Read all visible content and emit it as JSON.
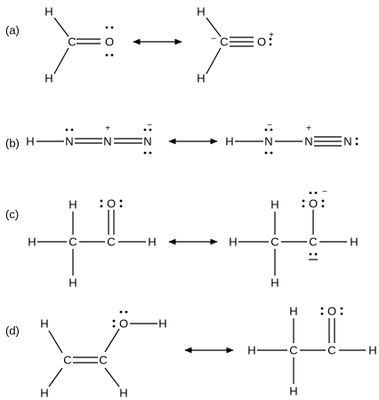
{
  "panels": [
    {
      "label": "(a)",
      "left": {
        "atoms": [
          {
            "id": "H1",
            "sym": "H"
          },
          {
            "id": "H2",
            "sym": "H"
          },
          {
            "id": "C",
            "sym": "C"
          },
          {
            "id": "O",
            "sym": "O"
          }
        ],
        "charges": []
      },
      "right": {
        "atoms": [
          {
            "id": "H1",
            "sym": "H"
          },
          {
            "id": "H2",
            "sym": "H"
          },
          {
            "id": "C",
            "sym": "C"
          },
          {
            "id": "O",
            "sym": "O"
          }
        ],
        "charges": [
          {
            "id": "cC",
            "text": "−"
          },
          {
            "id": "cO",
            "text": "+"
          }
        ]
      }
    },
    {
      "label": "(b)",
      "left": {
        "atoms": [
          {
            "id": "H",
            "sym": "H"
          },
          {
            "id": "N1",
            "sym": "N"
          },
          {
            "id": "N2",
            "sym": "N"
          },
          {
            "id": "N3",
            "sym": "N"
          }
        ],
        "charges": [
          {
            "id": "cN2",
            "text": "+"
          },
          {
            "id": "cN3",
            "text": "−"
          }
        ]
      },
      "right": {
        "atoms": [
          {
            "id": "H",
            "sym": "H"
          },
          {
            "id": "N1",
            "sym": "N"
          },
          {
            "id": "N2",
            "sym": "N"
          },
          {
            "id": "N3",
            "sym": "N"
          }
        ],
        "charges": [
          {
            "id": "cN1",
            "text": "−"
          },
          {
            "id": "cN2",
            "text": "+"
          }
        ]
      }
    },
    {
      "label": "(c)",
      "left": {
        "atoms": [
          {
            "id": "Hl",
            "sym": "H"
          },
          {
            "id": "Ht",
            "sym": "H"
          },
          {
            "id": "Hb",
            "sym": "H"
          },
          {
            "id": "C1",
            "sym": "C"
          },
          {
            "id": "C2",
            "sym": "C"
          },
          {
            "id": "O",
            "sym": "O"
          },
          {
            "id": "Hr",
            "sym": "H"
          }
        ],
        "charges": []
      },
      "right": {
        "atoms": [
          {
            "id": "Hl",
            "sym": "H"
          },
          {
            "id": "Ht",
            "sym": "H"
          },
          {
            "id": "Hb",
            "sym": "H"
          },
          {
            "id": "C1",
            "sym": "C"
          },
          {
            "id": "C2",
            "sym": "C"
          },
          {
            "id": "O",
            "sym": "O"
          },
          {
            "id": "Hr",
            "sym": "H"
          }
        ],
        "charges": [
          {
            "id": "cO",
            "text": "−"
          }
        ]
      }
    },
    {
      "label": "(d)",
      "left": {
        "atoms": [
          {
            "id": "H1",
            "sym": "H"
          },
          {
            "id": "H2",
            "sym": "H"
          },
          {
            "id": "C1",
            "sym": "C"
          },
          {
            "id": "C2",
            "sym": "C"
          },
          {
            "id": "O",
            "sym": "O"
          },
          {
            "id": "Ho",
            "sym": "H"
          },
          {
            "id": "H3",
            "sym": "H"
          }
        ],
        "charges": []
      },
      "right": {
        "atoms": [
          {
            "id": "Hl",
            "sym": "H"
          },
          {
            "id": "Ht",
            "sym": "H"
          },
          {
            "id": "Hb",
            "sym": "H"
          },
          {
            "id": "C1",
            "sym": "C"
          },
          {
            "id": "C2",
            "sym": "C"
          },
          {
            "id": "O",
            "sym": "O"
          },
          {
            "id": "Hr",
            "sym": "H"
          }
        ],
        "charges": []
      }
    }
  ]
}
